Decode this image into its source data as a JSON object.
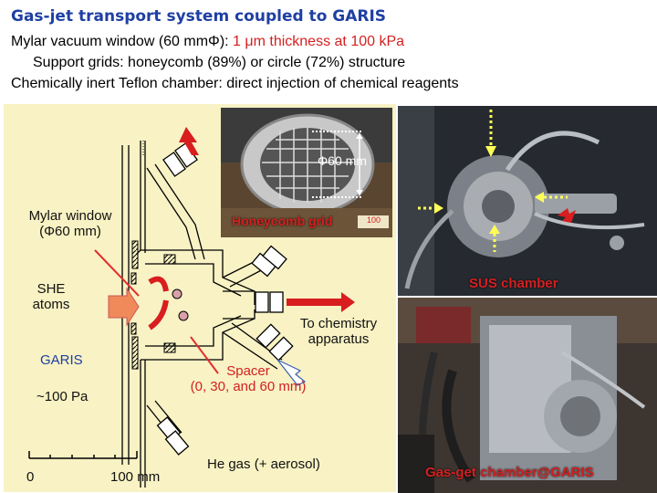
{
  "header": {
    "title": "Gas-jet transport system coupled to GARIS",
    "line1_prefix": "Mylar vacuum window (60 mmΦ): ",
    "line1_highlight": "1 μm thickness at 100 kPa",
    "line2": "Support grids: honeycomb (89%) or circle (72%) structure",
    "line3": "Chemically inert Teflon chamber: direct injection of chemical reagents"
  },
  "diagram": {
    "mylar_label_1": "Mylar window",
    "mylar_label_2": "(Φ60 mm)",
    "she_label_1": "SHE",
    "she_label_2": "atoms",
    "garis_label": "GARIS",
    "pressure_label": "~100 Pa",
    "spacer_label_1": "Spacer",
    "spacer_label_2": "(0, 30, and 60 mm)",
    "chem_label_1": "To chemistry",
    "chem_label_2": "apparatus",
    "he_label": "He gas (+ aerosol)",
    "scale_zero": "0",
    "scale_end": "100 mm"
  },
  "photos": {
    "grid_diameter": "Φ60 mm",
    "honeycomb_label": "Honeycomb grid",
    "grid_mark": "100",
    "sus_label": "SUS chamber",
    "gasjet_label": "Gas-get chamber@GARIS"
  },
  "colors": {
    "title": "#1f3fa3",
    "highlight_red": "#d42020",
    "garis_blue": "#1f3fa3",
    "panel_bg": "#f8f2c4",
    "callout_red": "#e03030"
  }
}
